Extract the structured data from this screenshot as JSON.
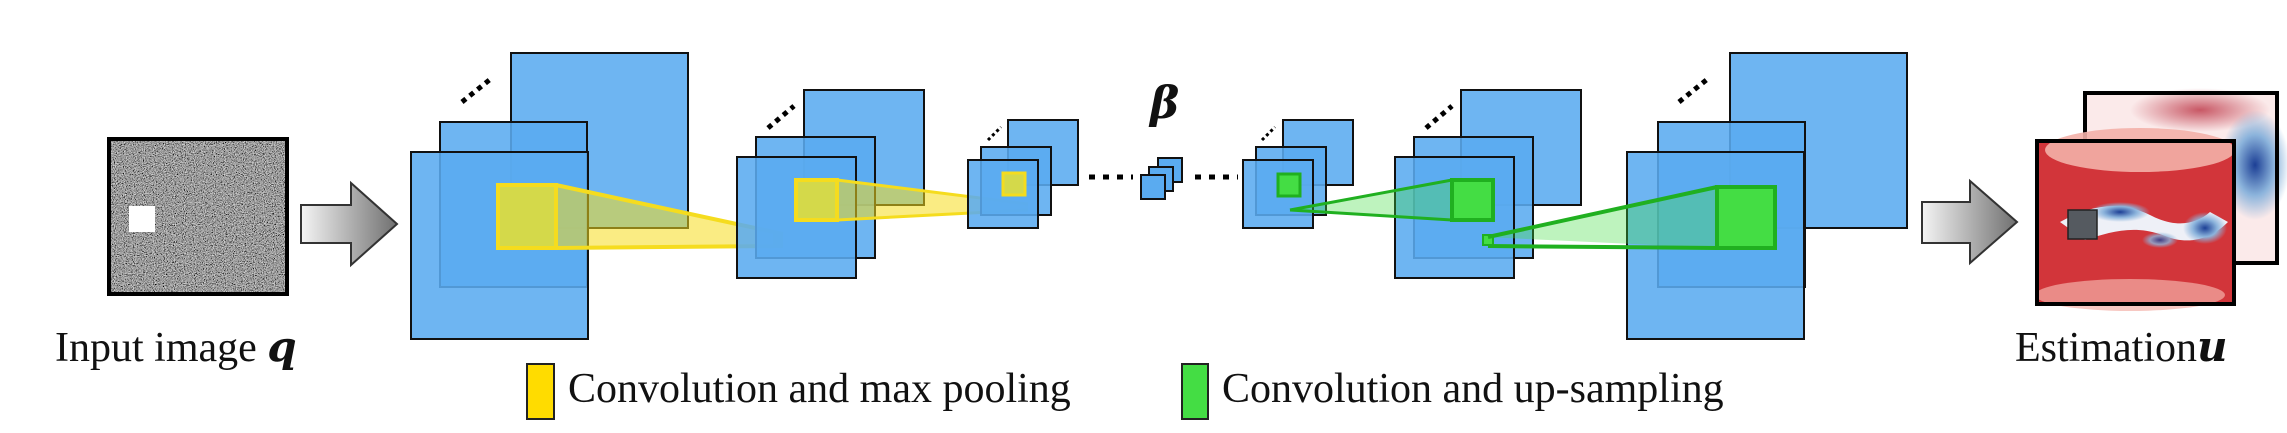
{
  "input_label": "Input image",
  "input_symbol": "q",
  "output_label": "Estimation",
  "output_symbol": "u",
  "latent_symbol": "β",
  "legend": [
    {
      "label": "Convolution and max pooling",
      "color": "#ffdc00"
    },
    {
      "label": "Convolution and up-sampling",
      "color": "#44dd44"
    }
  ],
  "colors": {
    "feature_map": "#5aabf0",
    "encoder_kernel": "#f5dc1e",
    "decoder_kernel": "#20b020"
  }
}
